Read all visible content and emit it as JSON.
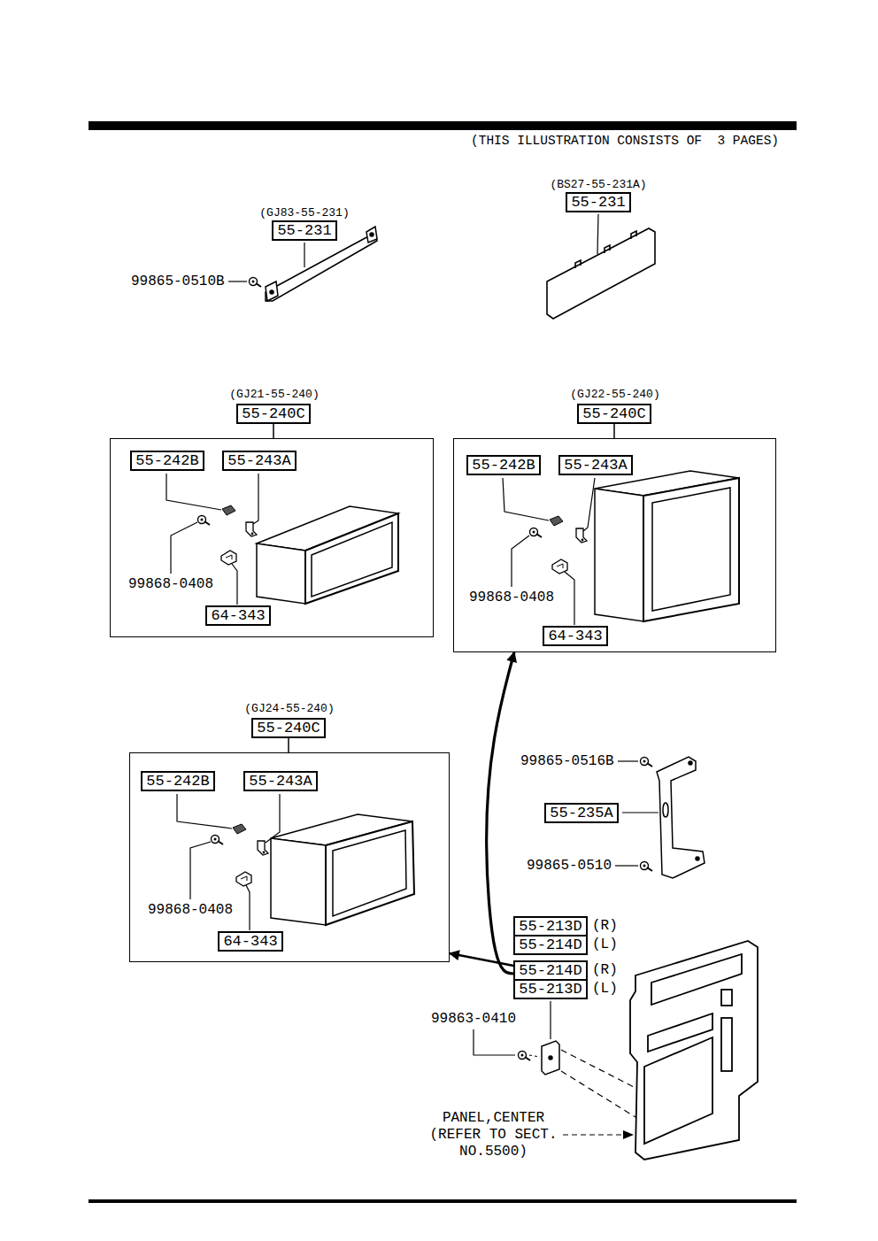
{
  "diagram": {
    "nodes": [
      {
        "text": [
          "(GJ83-55-231)",
          "55-231"
        ]
      },
      {
        "text": [
          "(BS27-55-231A)",
          "55-231"
        ]
      },
      {
        "text": [
          "(GJ21-55-240)"
        ]
      },
      {
        "text": [
          "55-240C"
        ]
      },
      {
        "text": [
          "55-242B"
        ],
        "in": 2
      },
      {
        "text": [
          "55-243A"
        ],
        "in": 2
      },
      {
        "text": [
          "64-343"
        ],
        "in": 2
      },
      {
        "text": [
          "(GJ22-55-240)"
        ]
      },
      {
        "text": [
          "55-240C"
        ]
      },
      {
        "text": [
          "55-242B"
        ],
        "in": 7
      },
      {
        "text": [
          "55-243A"
        ],
        "in": 7
      },
      {
        "text": [
          "64-343"
        ],
        "in": 7
      },
      {
        "text": [
          "(GJ24-55-240)"
        ]
      },
      {
        "text": [
          "55-240C"
        ]
      },
      {
        "text": [
          "55-242B"
        ],
        "in": 12
      },
      {
        "text": [
          "55-243A"
        ],
        "in": 12
      },
      {
        "text": [
          "64-343"
        ],
        "in": 12
      },
      {
        "text": [
          "55-235A"
        ]
      },
      {
        "text": [
          "55-213D"
        ]
      },
      {
        "text": [
          "55-214D"
        ]
      },
      {
        "text": [
          "55-214D"
        ]
      },
      {
        "text": [
          "55-213D"
        ]
      }
    ],
    "edges": [
      {
        "from": 3,
        "to": 2,
        "arrow": "none"
      },
      {
        "from": 8,
        "to": 7,
        "arrow": "none"
      },
      {
        "from": 13,
        "to": 12,
        "arrow": "none"
      },
      {
        "from": 20,
        "to": 7,
        "arrow": "to"
      },
      {
        "from": 20,
        "to": 12,
        "arrow": "to"
      }
    ],
    "labels": [
      "(THIS ILLUSTRATION CONSISTS OF  3 PAGES)",
      "99865-0510B",
      "99868-0408",
      "99868-0408",
      "99868-0408",
      "99865-0516B",
      "99865-0510",
      "(R)",
      "(L)",
      "(R)",
      "(L)",
      "99863-0410",
      "PANEL,CENTER (REFER TO SECT. NO.5500)"
    ]
  }
}
